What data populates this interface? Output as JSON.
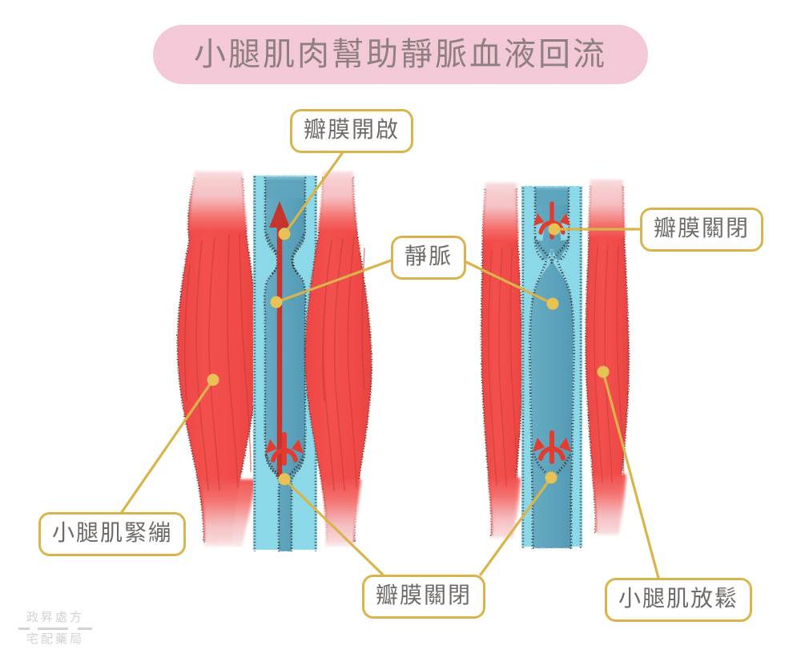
{
  "title": {
    "text": "小腿肌肉幫助靜脈血液回流",
    "banner_color": "#F4C9D7",
    "text_color": "#8E8080"
  },
  "theme": {
    "muscle_red": "#F2504E",
    "muscle_shade": "#E03E3C",
    "tendon_pink": "#F6C6C8",
    "vein_blue": "#5FA5BE",
    "vein_wall": "#8BD8E8",
    "arrow_red": "#C8332E",
    "backflow_red": "#E23B2F",
    "callout_border": "#D9B44A",
    "callout_text": "#6F6A66",
    "connector_line": "#D9B44A",
    "background": "#FFFFFF",
    "watermark_gray": "#D2D2D2"
  },
  "labels": {
    "valve_open": "瓣膜開啟",
    "valve_closed_right": "瓣膜關閉",
    "vein": "靜脈",
    "calf_tense": "小腿肌緊繃",
    "valve_closed_bottom": "瓣膜關閉",
    "calf_relax": "小腿肌放鬆"
  },
  "panels": [
    {
      "id": "contracted",
      "state_label": "小腿肌緊繃",
      "muscle_state": "contracted",
      "upper_valve": "open",
      "lower_valve": "closed",
      "flow_direction": "upward"
    },
    {
      "id": "relaxed",
      "state_label": "小腿肌放鬆",
      "muscle_state": "relaxed",
      "upper_valve": "closed",
      "lower_valve": "closed",
      "flow_direction": "backflow-blocked"
    }
  ],
  "watermark": {
    "line1": "政昇處方",
    "line2": "宅配藥局"
  }
}
